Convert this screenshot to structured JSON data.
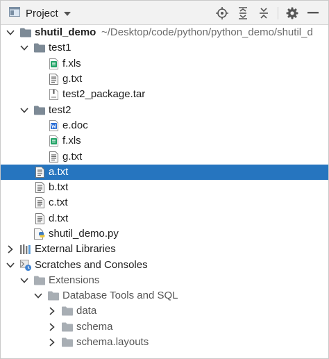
{
  "header": {
    "title": "Project",
    "icons": [
      "project-panel-icon",
      "dropdown-caret-icon",
      "locate-icon",
      "expand-all-icon",
      "collapse-all-icon",
      "settings-gear-icon",
      "hide-panel-icon"
    ]
  },
  "tree": [
    {
      "label": "shutil_demo",
      "path": "~/Desktop/code/python/python_demo/shutil_d",
      "bold": true,
      "depth": 0,
      "arrow": "down",
      "icon": "folder"
    },
    {
      "label": "test1",
      "depth": 1,
      "arrow": "down",
      "icon": "folder"
    },
    {
      "label": "f.xls",
      "depth": 2,
      "icon": "xls"
    },
    {
      "label": "g.txt",
      "depth": 2,
      "icon": "txt"
    },
    {
      "label": "test2_package.tar",
      "depth": 2,
      "icon": "tar"
    },
    {
      "label": "test2",
      "depth": 1,
      "arrow": "down",
      "icon": "folder"
    },
    {
      "label": "e.doc",
      "depth": 2,
      "icon": "doc"
    },
    {
      "label": "f.xls",
      "depth": 2,
      "icon": "xls"
    },
    {
      "label": "g.txt",
      "depth": 2,
      "icon": "txt"
    },
    {
      "label": "a.txt",
      "depth": 1,
      "icon": "txt",
      "selected": true
    },
    {
      "label": "b.txt",
      "depth": 1,
      "icon": "txt"
    },
    {
      "label": "c.txt",
      "depth": 1,
      "icon": "txt"
    },
    {
      "label": "d.txt",
      "depth": 1,
      "icon": "txt"
    },
    {
      "label": "shutil_demo.py",
      "depth": 1,
      "icon": "py"
    },
    {
      "label": "External Libraries",
      "depth": 0,
      "arrow": "right",
      "icon": "libraries"
    },
    {
      "label": "Scratches and Consoles",
      "depth": 0,
      "arrow": "down",
      "icon": "scratches"
    },
    {
      "label": "Extensions",
      "depth": 1,
      "arrow": "down",
      "icon": "folder-gray",
      "gray": true
    },
    {
      "label": "Database Tools and SQL",
      "depth": 2,
      "arrow": "down",
      "icon": "folder-gray",
      "gray": true
    },
    {
      "label": "data",
      "depth": 3,
      "arrow": "right",
      "icon": "folder-gray",
      "gray": true
    },
    {
      "label": "schema",
      "depth": 3,
      "arrow": "right",
      "icon": "folder-gray",
      "gray": true
    },
    {
      "label": "schema.layouts",
      "depth": 3,
      "arrow": "right",
      "icon": "folder-gray",
      "gray": true
    }
  ],
  "colors": {
    "selection": "#2675bf",
    "folder": "#7d8a96",
    "xls": "#21a366",
    "doc": "#2b6fd6"
  }
}
